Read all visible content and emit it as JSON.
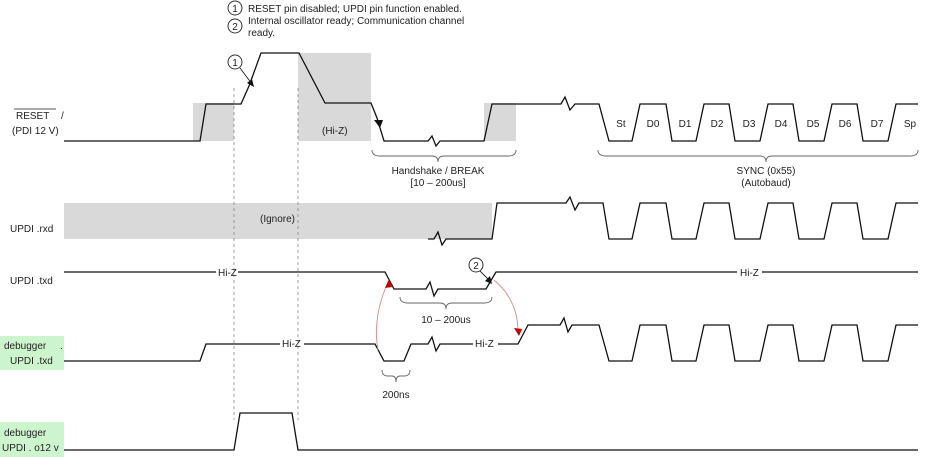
{
  "notes": [
    {
      "num": "1",
      "text": "RESET pin disabled; UPDI pin function enabled."
    },
    {
      "num": "2",
      "text_line1": "Internal oscillator ready; Communication channel",
      "text_line2": "ready."
    }
  ],
  "signals": {
    "reset": {
      "line1": "RESET",
      "slash": "/",
      "line2": "(PDI 12 V)"
    },
    "rxd": {
      "label": "UPDI .rxd"
    },
    "txd": {
      "label": "UPDI .txd"
    },
    "dbg_txd": {
      "line1": "debugger",
      "dot": ".",
      "line2": "UPDI .txd"
    },
    "dbg_12v": {
      "line1": "debugger",
      "line2": "UPDI . o12 v"
    }
  },
  "annotations": {
    "hiz_reset": "(Hi-Z)",
    "ignore": "(Ignore)",
    "hiz_txd_left": "Hi-Z",
    "hiz_txd_right": "Hi-Z",
    "hiz_dbg_left": "Hi-Z",
    "hiz_dbg_mid": "Hi-Z",
    "handshake_line1": "Handshake / BREAK",
    "handshake_line2": "[10 – 200us]",
    "sync_line1": "SYNC (0x55)",
    "sync_line2": "(Autobaud)",
    "txd_time": "10 – 200us",
    "dbg_time": "200ns"
  },
  "bits": [
    "St",
    "D0",
    "D1",
    "D2",
    "D3",
    "D4",
    "D5",
    "D6",
    "D7",
    "Sp"
  ],
  "colors": {
    "shade": "#d9d9d9",
    "label_bg": "#cdf5cd",
    "arrow": "#cc0000",
    "trace": "#111111"
  }
}
